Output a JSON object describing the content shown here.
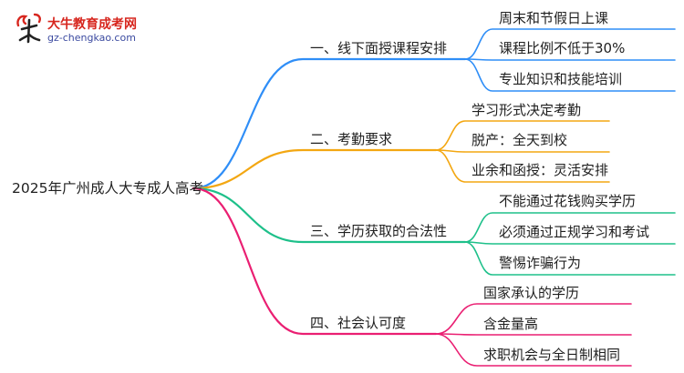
{
  "logo": {
    "title": "大牛教育成考网",
    "url": "gz-chengkao.com"
  },
  "root": "2025年广州成人大专成人高考",
  "branches": [
    {
      "label": "一、线下面授课程安排",
      "color": "#2f8ef7",
      "children": [
        "周末和节假日上课",
        "课程比例不低于30%",
        "专业知识和技能培训"
      ]
    },
    {
      "label": "二、考勤要求",
      "color": "#f3a712",
      "children": [
        "学习形式决定考勤",
        "脱产：全天到校",
        "业余和函授：灵活安排"
      ]
    },
    {
      "label": "三、学历获取的合法性",
      "color": "#1ec08a",
      "children": [
        "不能通过花钱购买学历",
        "必须通过正规学习和考试",
        "警惕诈骗行为"
      ]
    },
    {
      "label": "四、社会认可度",
      "color": "#ea1f72",
      "children": [
        "国家承认的学历",
        "含金量高",
        "求职机会与全日制相同"
      ]
    }
  ]
}
